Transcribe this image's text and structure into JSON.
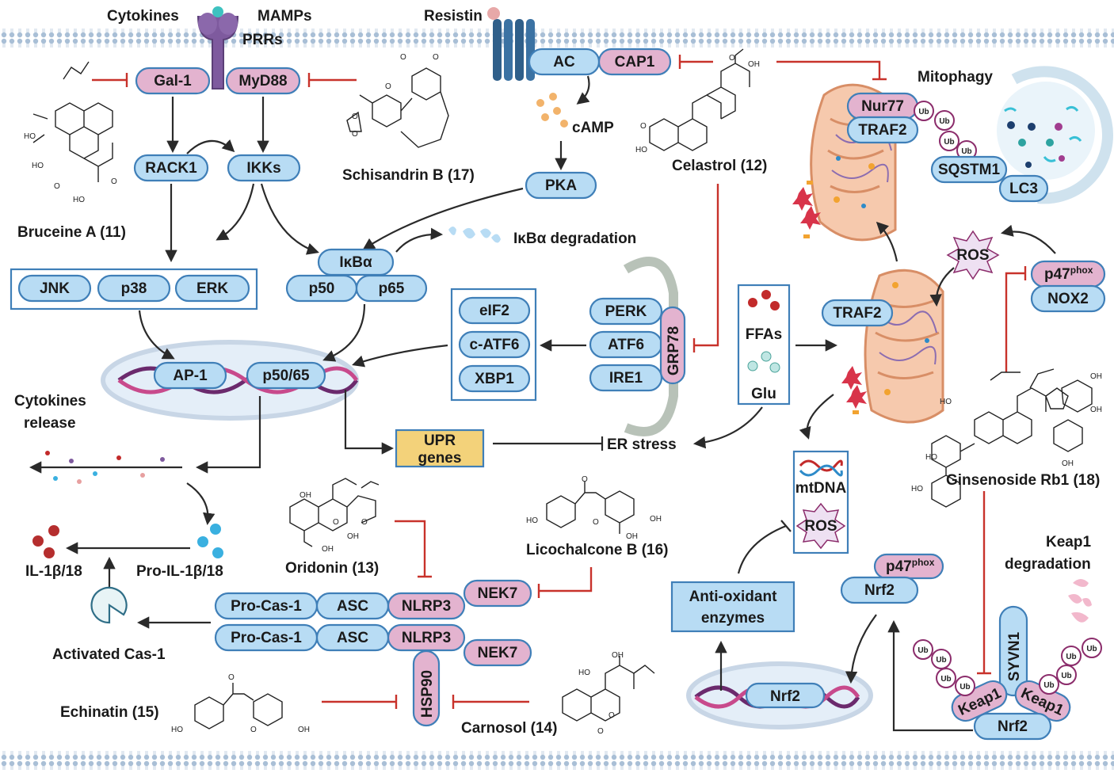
{
  "receptors": {
    "cytokines": "Cytokines",
    "mamps": "MAMPs",
    "prrs": "PRRs",
    "resistin": "Resistin"
  },
  "proteins": {
    "gal1": "Gal-1",
    "myd88": "MyD88",
    "ac": "AC",
    "cap1": "CAP1",
    "rack1": "RACK1",
    "ikks": "IKKs",
    "pka": "PKA",
    "jnk": "JNK",
    "p38": "p38",
    "erk": "ERK",
    "ikba": "IκBα",
    "p50": "p50",
    "p65": "p65",
    "ap1": "AP-1",
    "p5065": "p50/65",
    "eif2": "eIF2",
    "catf6": "c-ATF6",
    "xbp1": "XBP1",
    "perk": "PERK",
    "atf6": "ATF6",
    "ire1": "IRE1",
    "grp78": "GRP78",
    "nur77": "Nur77",
    "traf2_top": "TRAF2",
    "traf2_mid": "TRAF2",
    "sqstm1": "SQSTM1",
    "lc3": "LC3",
    "p47phox_top": "p47",
    "p47phox_top_sup": "phox",
    "nox2": "NOX2",
    "p47phox_low": "p47",
    "p47phox_low_sup": "phox",
    "nrf2_low": "Nrf2",
    "procas1_a": "Pro-Cas-1",
    "asc_a": "ASC",
    "nlrp3_a": "NLRP3",
    "nek7_a": "NEK7",
    "procas1_b": "Pro-Cas-1",
    "asc_b": "ASC",
    "nlrp3_b": "NLRP3",
    "nek7_b": "NEK7",
    "hsp90": "HSP90",
    "syvn1": "SYVN1",
    "keap1_l": "Keap1",
    "keap1_r": "Keap1",
    "nrf2_bottom": "Nrf2",
    "nrf2_dna": "Nrf2",
    "ub": "Ub"
  },
  "compounds": {
    "bruceine": "Bruceine A (11)",
    "schisandrin": "Schisandrin B (17)",
    "celastrol": "Celastrol (12)",
    "ginsenoside": "Ginsenoside Rb1 (18)",
    "oridonin": "Oridonin (13)",
    "licochalcone": "Licochalcone B (16)",
    "echinatin": "Echinatin (15)",
    "carnosol": "Carnosol (14)"
  },
  "labels": {
    "camp": "cAMP",
    "ikba_degradation": "IκBα degradation",
    "mitophagy": "Mitophagy",
    "ros_top": "ROS",
    "ffas": "FFAs",
    "glu": "Glu",
    "upr_genes_1": "UPR",
    "upr_genes_2": "genes",
    "er_stress": "ER stress",
    "mtdna": "mtDNA",
    "ros_box": "ROS",
    "cytokines_release_1": "Cytokines",
    "cytokines_release_2": "release",
    "il1b18": "IL-1β/18",
    "pro_il1b18": "Pro-IL-1β/18",
    "activated_cas1": "Activated Cas-1",
    "antioxidant_1": "Anti-oxidant",
    "antioxidant_2": "enzymes",
    "keap1_degradation_1": "Keap1",
    "keap1_degradation_2": "degradation"
  },
  "colors": {
    "pill_blue": "#b8dcf4",
    "pill_pink": "#e3b3cf",
    "outline": "#3f7fb8",
    "inhibition": "#c8322b",
    "upr_box": "#f3d27a",
    "membrane": "#b7c9dc"
  }
}
